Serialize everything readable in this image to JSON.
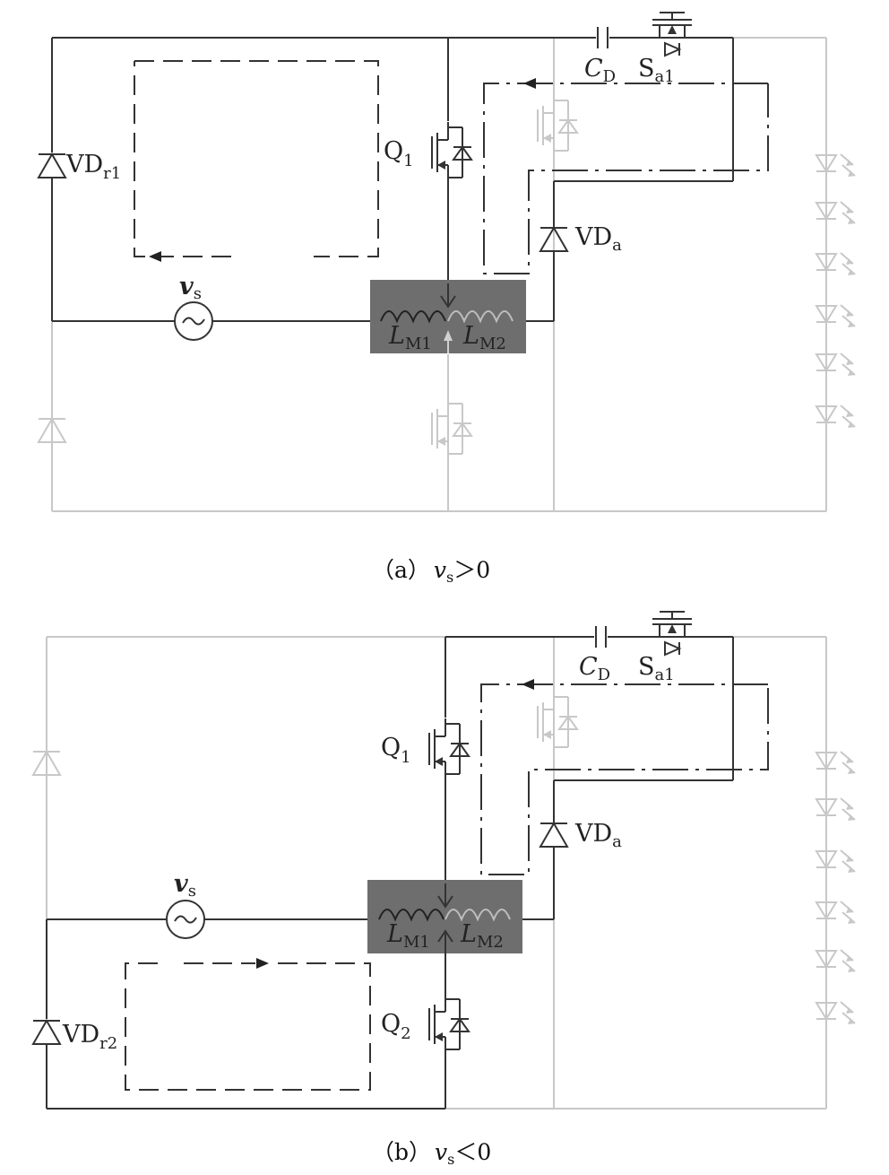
{
  "colors": {
    "active": "#333333",
    "inactive": "#c8c8c8",
    "core": "#6e6e6e",
    "background": "#ffffff"
  },
  "icons": [
    "diode-icon",
    "mosfet-icon",
    "capacitor-icon",
    "ac-source-icon",
    "coupled-inductor-icon",
    "led-icon",
    "arrow-icon"
  ],
  "diagram_a": {
    "source": {
      "base": "v",
      "sub": "s"
    },
    "rectifier_diode": {
      "base": "VD",
      "sub": "r1"
    },
    "switch": {
      "base": "Q",
      "sub": "1"
    },
    "cap": {
      "base": "C",
      "sub": "D"
    },
    "aux_switch": {
      "base": "S",
      "sub": "a1"
    },
    "aux_diode": {
      "base": "VD",
      "sub": "a"
    },
    "inductor_1": {
      "base": "L",
      "sub": "M1"
    },
    "inductor_2": {
      "base": "L",
      "sub": "M2"
    },
    "caption": {
      "label": "（a）",
      "var": "v",
      "sub": "s",
      "relation": "＞0"
    }
  },
  "diagram_b": {
    "source": {
      "base": "v",
      "sub": "s"
    },
    "rectifier_diode": {
      "base": "VD",
      "sub": "r2"
    },
    "switch_top": {
      "base": "Q",
      "sub": "1"
    },
    "switch_bottom": {
      "base": "Q",
      "sub": "2"
    },
    "cap": {
      "base": "C",
      "sub": "D"
    },
    "aux_switch": {
      "base": "S",
      "sub": "a1"
    },
    "aux_diode": {
      "base": "VD",
      "sub": "a"
    },
    "inductor_1": {
      "base": "L",
      "sub": "M1"
    },
    "inductor_2": {
      "base": "L",
      "sub": "M2"
    },
    "caption": {
      "label": "（b）",
      "var": "v",
      "sub": "s",
      "relation": "＜0"
    }
  }
}
